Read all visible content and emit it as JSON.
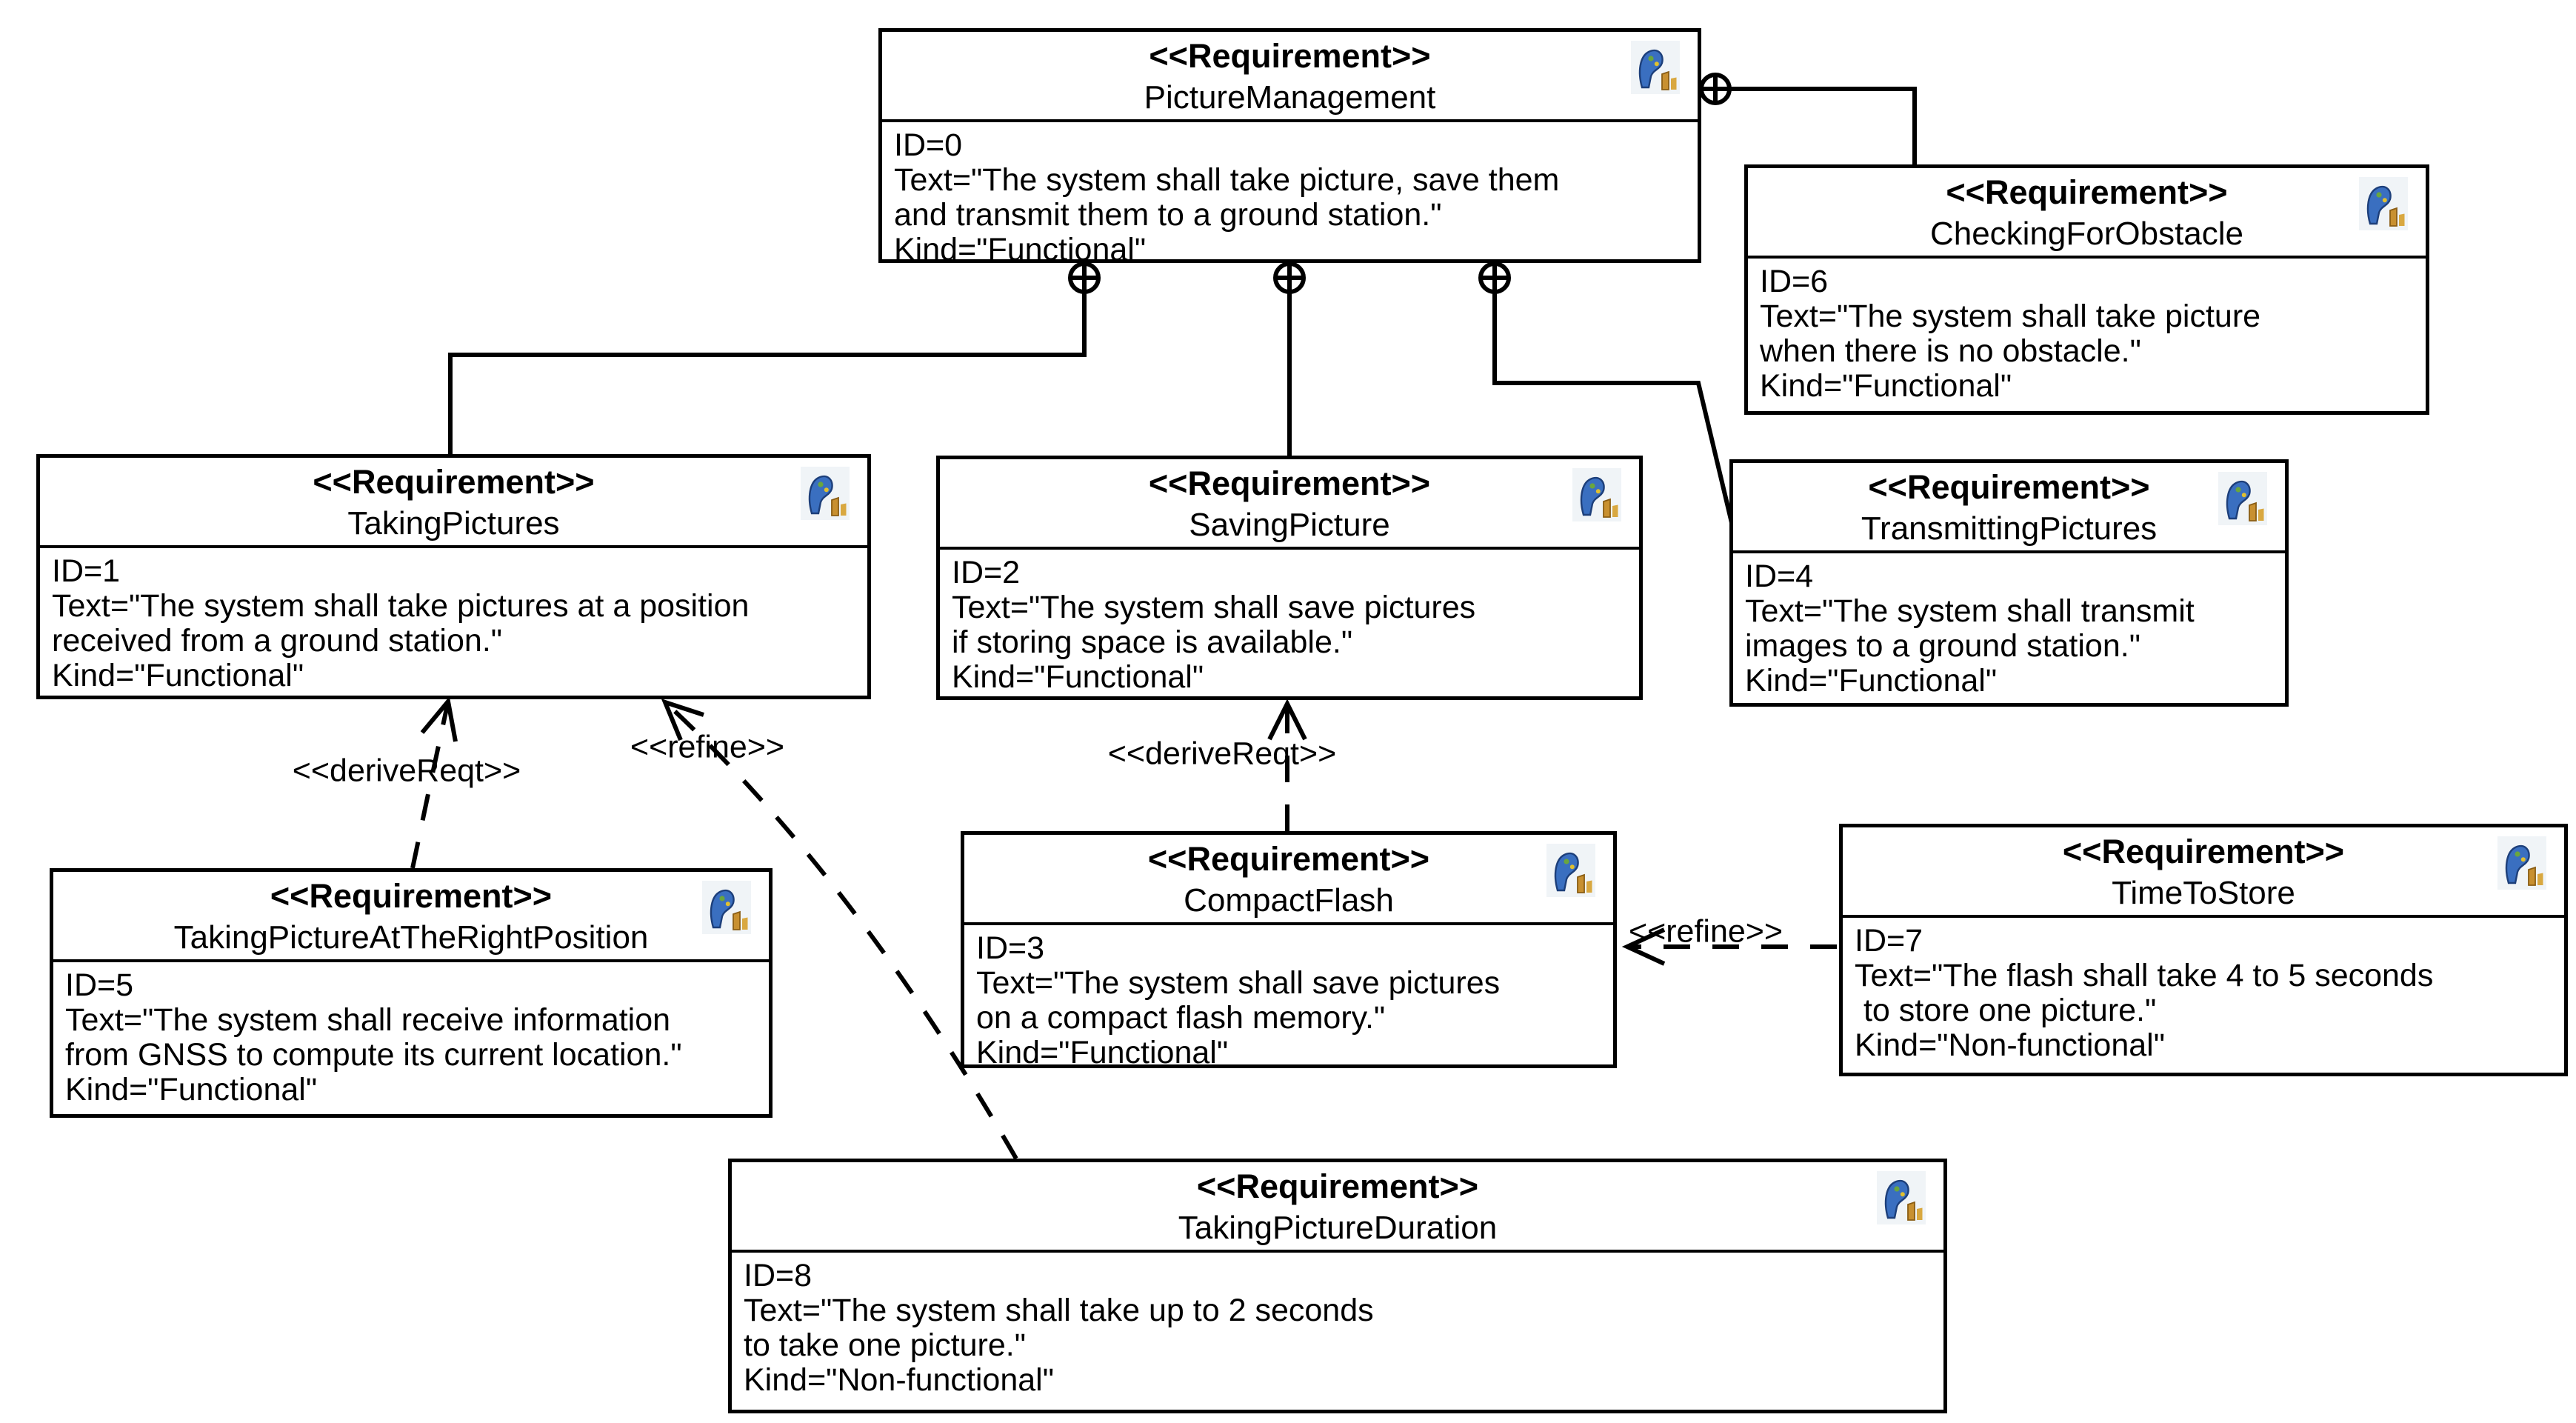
{
  "diagram": {
    "stereotype": "<<Requirement>>",
    "nodes": [
      {
        "name": "PictureManagement",
        "id_line": "ID=0",
        "text_line1": "Text=\"The system shall take picture, save them",
        "text_line2": "and transmit them to a ground station.\"",
        "kind_line": "Kind=\"Functional\""
      },
      {
        "name": "CheckingForObstacle",
        "id_line": "ID=6",
        "text_line1": "Text=\"The system shall take picture",
        "text_line2": "when there is no obstacle.\"",
        "kind_line": "Kind=\"Functional\""
      },
      {
        "name": "TakingPictures",
        "id_line": "ID=1",
        "text_line1": "Text=\"The system shall take pictures at a position",
        "text_line2": "received from a ground station.\"",
        "kind_line": "Kind=\"Functional\""
      },
      {
        "name": "SavingPicture",
        "id_line": "ID=2",
        "text_line1": "Text=\"The system shall save pictures",
        "text_line2": "if storing space is available.\"",
        "kind_line": "Kind=\"Functional\""
      },
      {
        "name": "TransmittingPictures",
        "id_line": "ID=4",
        "text_line1": "Text=\"The system shall transmit",
        "text_line2": "images to a ground station.\"",
        "kind_line": "Kind=\"Functional\""
      },
      {
        "name": "TakingPictureAtTheRightPosition",
        "id_line": "ID=5",
        "text_line1": "Text=\"The system shall receive information",
        "text_line2": "from GNSS to compute its current location.\"",
        "kind_line": "Kind=\"Functional\""
      },
      {
        "name": "CompactFlash",
        "id_line": "ID=3",
        "text_line1": "Text=\"The system shall save pictures",
        "text_line2": "on a compact flash memory.\"",
        "kind_line": "Kind=\"Functional\""
      },
      {
        "name": "TimeToStore",
        "id_line": "ID=7",
        "text_line1": "Text=\"The flash shall take 4 to 5 seconds",
        "text_line2": " to store one picture.\"",
        "kind_line": "Kind=\"Non-functional\""
      },
      {
        "name": "TakingPictureDuration",
        "id_line": "ID=8",
        "text_line1": "Text=\"The system shall take up to 2 seconds",
        "text_line2": "to take one picture.\"",
        "kind_line": "Kind=\"Non-functional\""
      }
    ],
    "edges": [
      {
        "type": "containment",
        "from": "PictureManagement",
        "to": "TakingPictures",
        "label": ""
      },
      {
        "type": "containment",
        "from": "PictureManagement",
        "to": "SavingPicture",
        "label": ""
      },
      {
        "type": "containment",
        "from": "PictureManagement",
        "to": "TransmittingPictures",
        "label": ""
      },
      {
        "type": "containment",
        "from": "PictureManagement",
        "to": "CheckingForObstacle",
        "label": ""
      },
      {
        "type": "dependency",
        "from": "TakingPictureAtTheRightPosition",
        "to": "TakingPictures",
        "label": "<<deriveReqt>>"
      },
      {
        "type": "dependency",
        "from": "TakingPictureDuration",
        "to": "TakingPictures",
        "label": "<<refine>>"
      },
      {
        "type": "dependency",
        "from": "CompactFlash",
        "to": "SavingPicture",
        "label": "<<deriveReqt>>"
      },
      {
        "type": "dependency",
        "from": "TimeToStore",
        "to": "CompactFlash",
        "label": "<<refine>>"
      }
    ]
  }
}
